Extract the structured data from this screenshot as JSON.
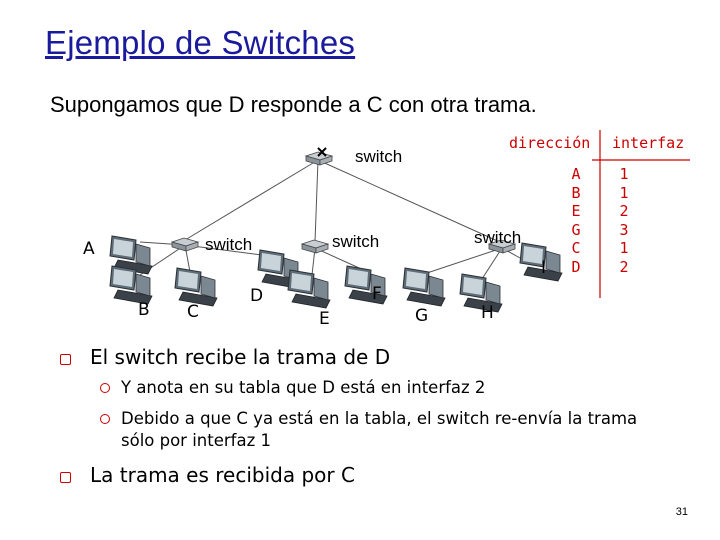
{
  "title": "Ejemplo de Switches",
  "subtitle": "Supongamos que D responde a C con otra trama.",
  "diagram": {
    "switch_top_label": "switch",
    "switch_left_label": "switch",
    "switch_mid_label": "switch",
    "switch_right_label": "switch",
    "hosts": {
      "A": "A",
      "B": "B",
      "C": "C",
      "D": "D",
      "E": "E",
      "F": "F",
      "G": "G",
      "H": "H",
      "I": "I"
    }
  },
  "table": {
    "header_address": "dirección",
    "header_interface": "interfaz",
    "rows": [
      {
        "address": "A",
        "interface": "1"
      },
      {
        "address": "B",
        "interface": "1"
      },
      {
        "address": "E",
        "interface": "2"
      },
      {
        "address": "G",
        "interface": "3"
      },
      {
        "address": "C",
        "interface": "1"
      },
      {
        "address": "D",
        "interface": "2"
      }
    ],
    "color": "#cc0000"
  },
  "bullets": [
    {
      "text": "El switch recibe la trama de D",
      "sub": [
        "Y anota en su tabla que D está en interfaz 2",
        "Debido a que C ya está en la tabla, el switch re-envía la trama sólo por interfaz 1"
      ]
    },
    {
      "text": "La trama es recibida por C",
      "sub": []
    }
  ],
  "page_number": "31"
}
